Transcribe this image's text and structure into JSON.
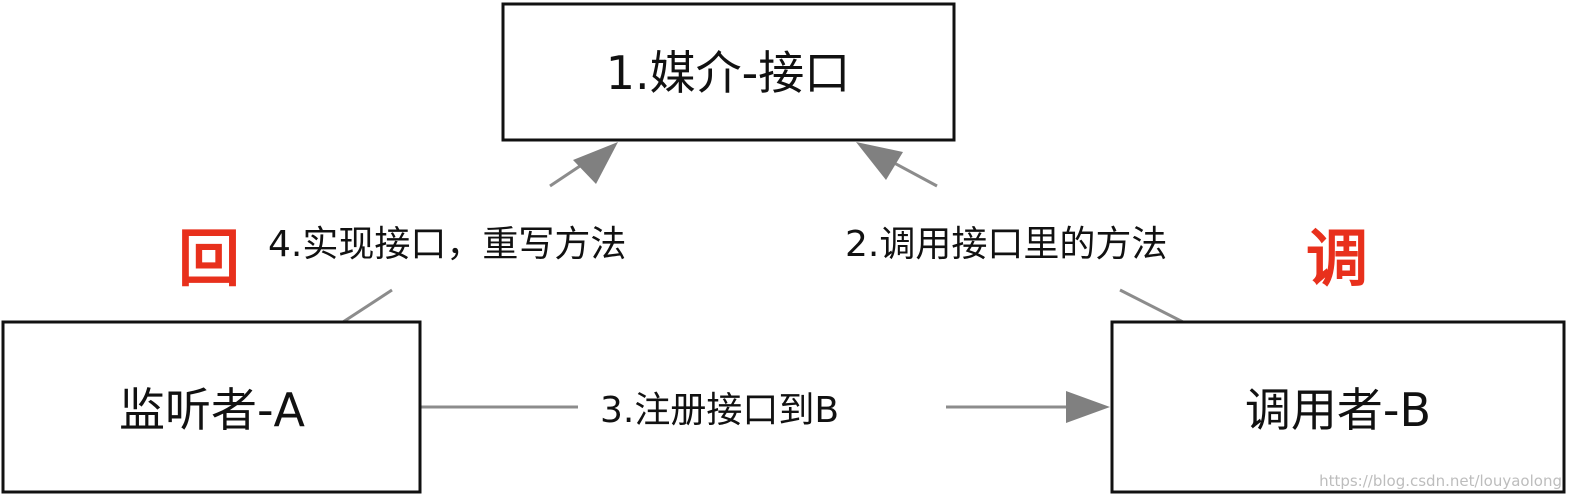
{
  "nodes": {
    "interface": "1.媒介-接口",
    "listener": "监听者-A",
    "caller": "调用者-B"
  },
  "edges": {
    "implement": "4.实现接口，重写方法",
    "invoke": "2.调用接口里的方法",
    "register": "3.注册接口到B"
  },
  "marks": {
    "left": "回",
    "right": "调",
    "color": "#e8301c"
  },
  "watermark": "https://blog.csdn.net/louyaolong"
}
